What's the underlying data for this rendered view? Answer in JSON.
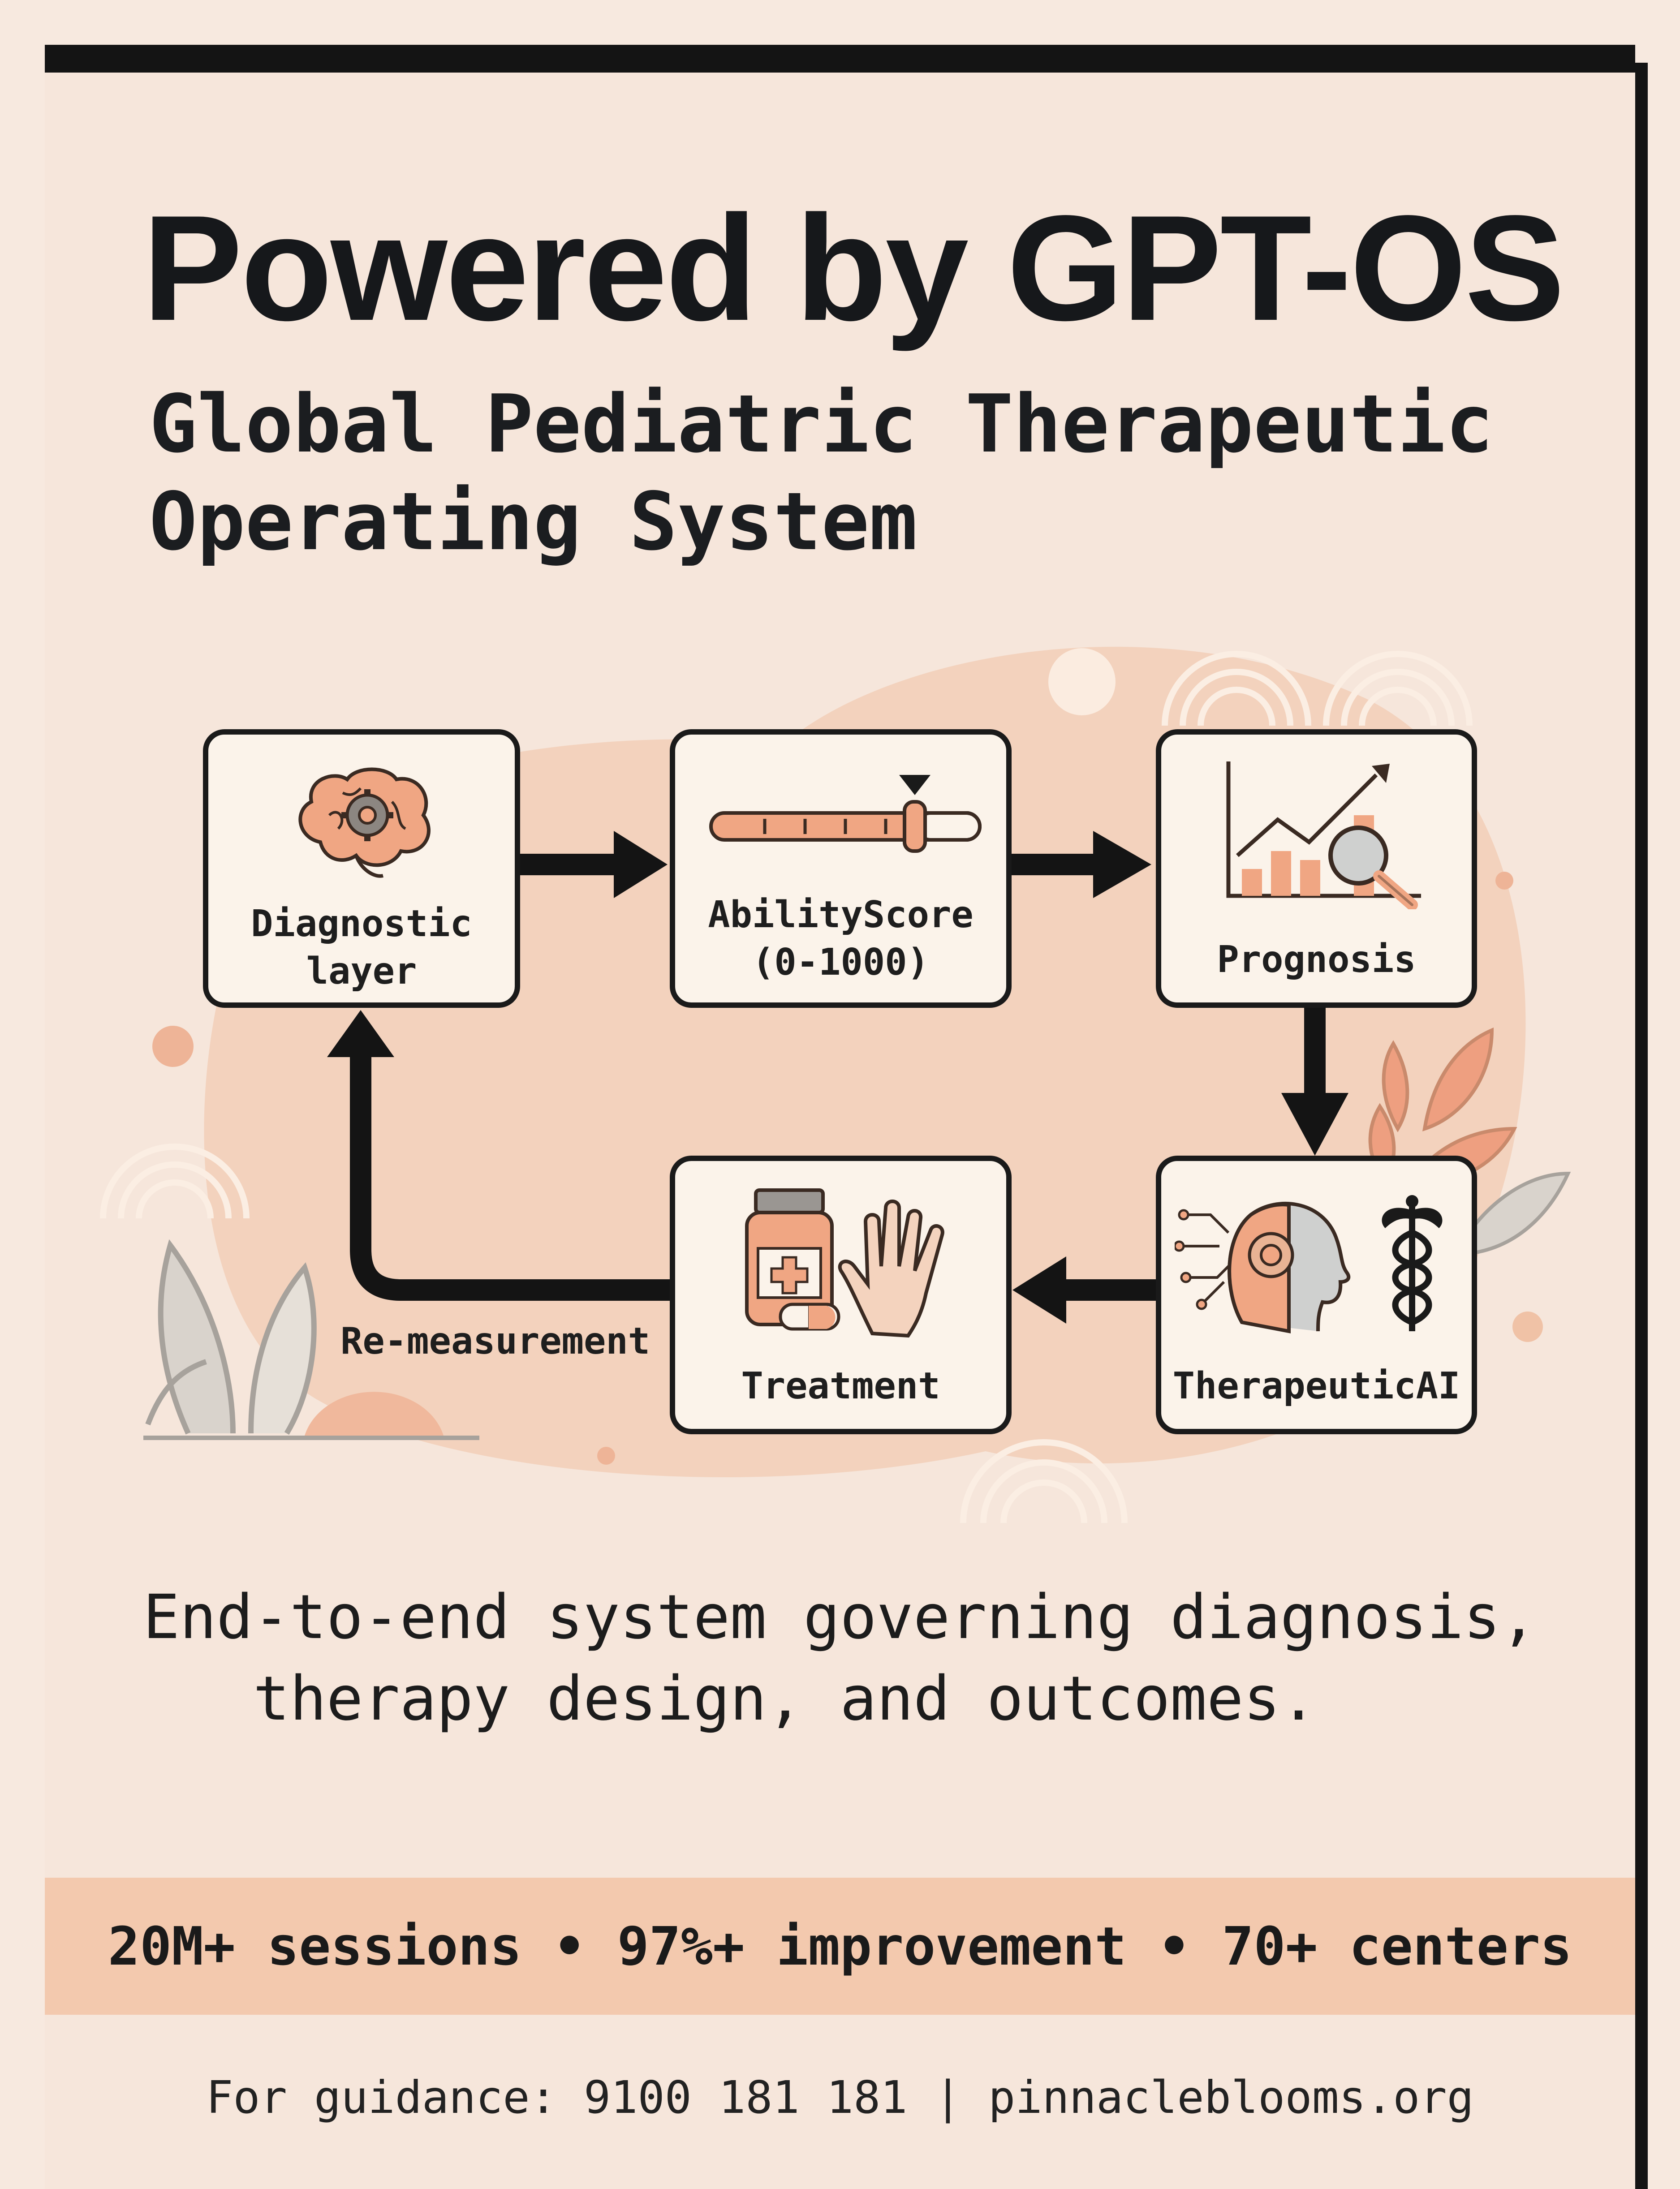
{
  "header": {
    "title": "Powered by GPT-OS",
    "subtitle_line1": "Global Pediatric Therapeutic",
    "subtitle_line2": "Operating System"
  },
  "flow": {
    "nodes": {
      "diagnostic": {
        "line1": "Diagnostic",
        "line2": "layer",
        "icon": "brain-gear-icon"
      },
      "ability": {
        "line1": "AbilityScore",
        "line2": "(0-1000)",
        "icon": "slider-scale-icon"
      },
      "prognosis": {
        "line1": "Prognosis",
        "icon": "trend-chart-magnifier-icon"
      },
      "therapeutic": {
        "line1": "TherapeuticAI",
        "icon": "ai-head-caduceus-icon"
      },
      "treatment": {
        "line1": "Treatment",
        "icon": "medicine-bottle-hand-icon"
      }
    },
    "loop_label": "Re-measurement"
  },
  "description": {
    "line1": "End-to-end system governing diagnosis,",
    "line2": "therapy design, and outcomes."
  },
  "stats": {
    "text": "20M+ sessions • 97%+ improvement • 70+ centers"
  },
  "footer": {
    "text": "For guidance: 9100 181 181 | pinnacleblooms.org"
  },
  "colors": {
    "background": "#f6e6db",
    "accent": "#e8a583",
    "stats_band": "#f3c9ae",
    "ink": "#1a1a1a"
  }
}
